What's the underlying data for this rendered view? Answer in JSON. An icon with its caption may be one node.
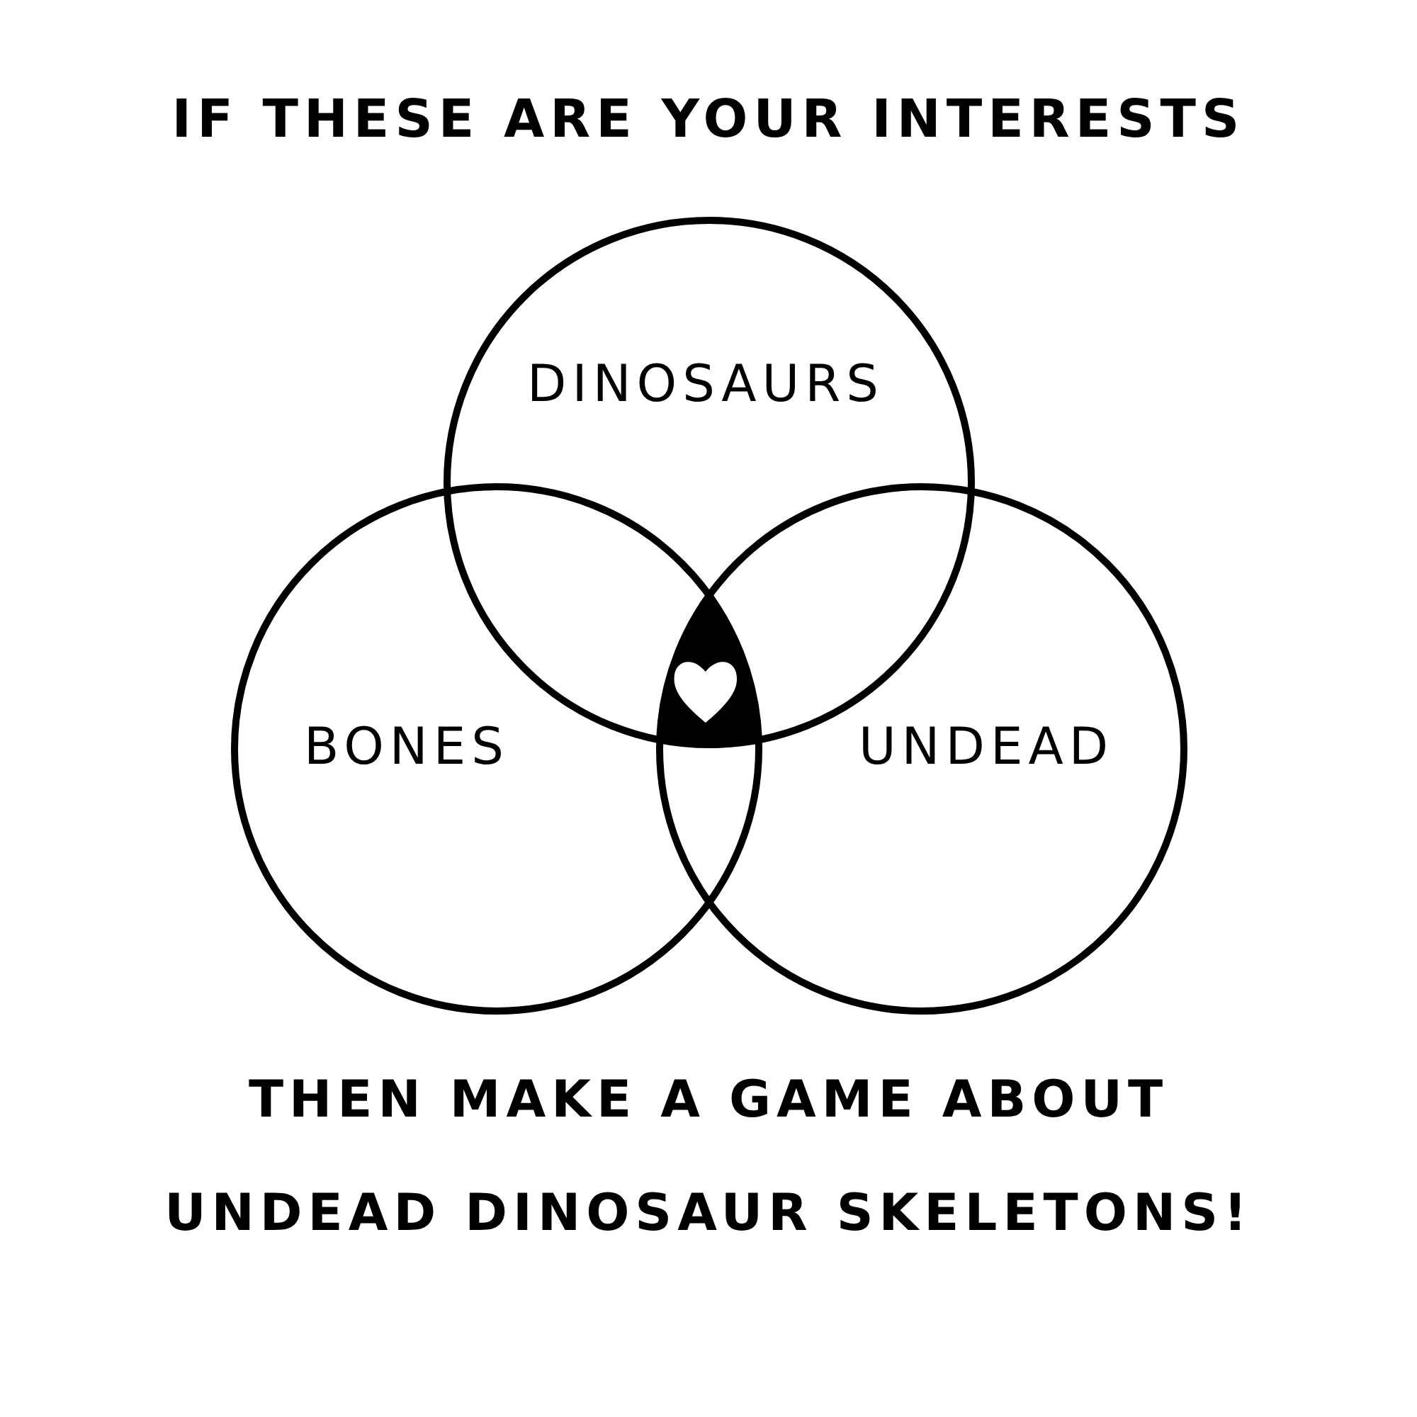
{
  "diagram": {
    "title": "IF THESE ARE YOUR INTERESTS",
    "nodes": [
      {
        "text": [
          "DINOSAURS"
        ]
      },
      {
        "text": [
          "BONES"
        ]
      },
      {
        "text": [
          "UNDEAD"
        ]
      }
    ],
    "caption": "THEN MAKE A GAME ABOUT UNDEAD DINOSAUR SKELETONS!"
  }
}
